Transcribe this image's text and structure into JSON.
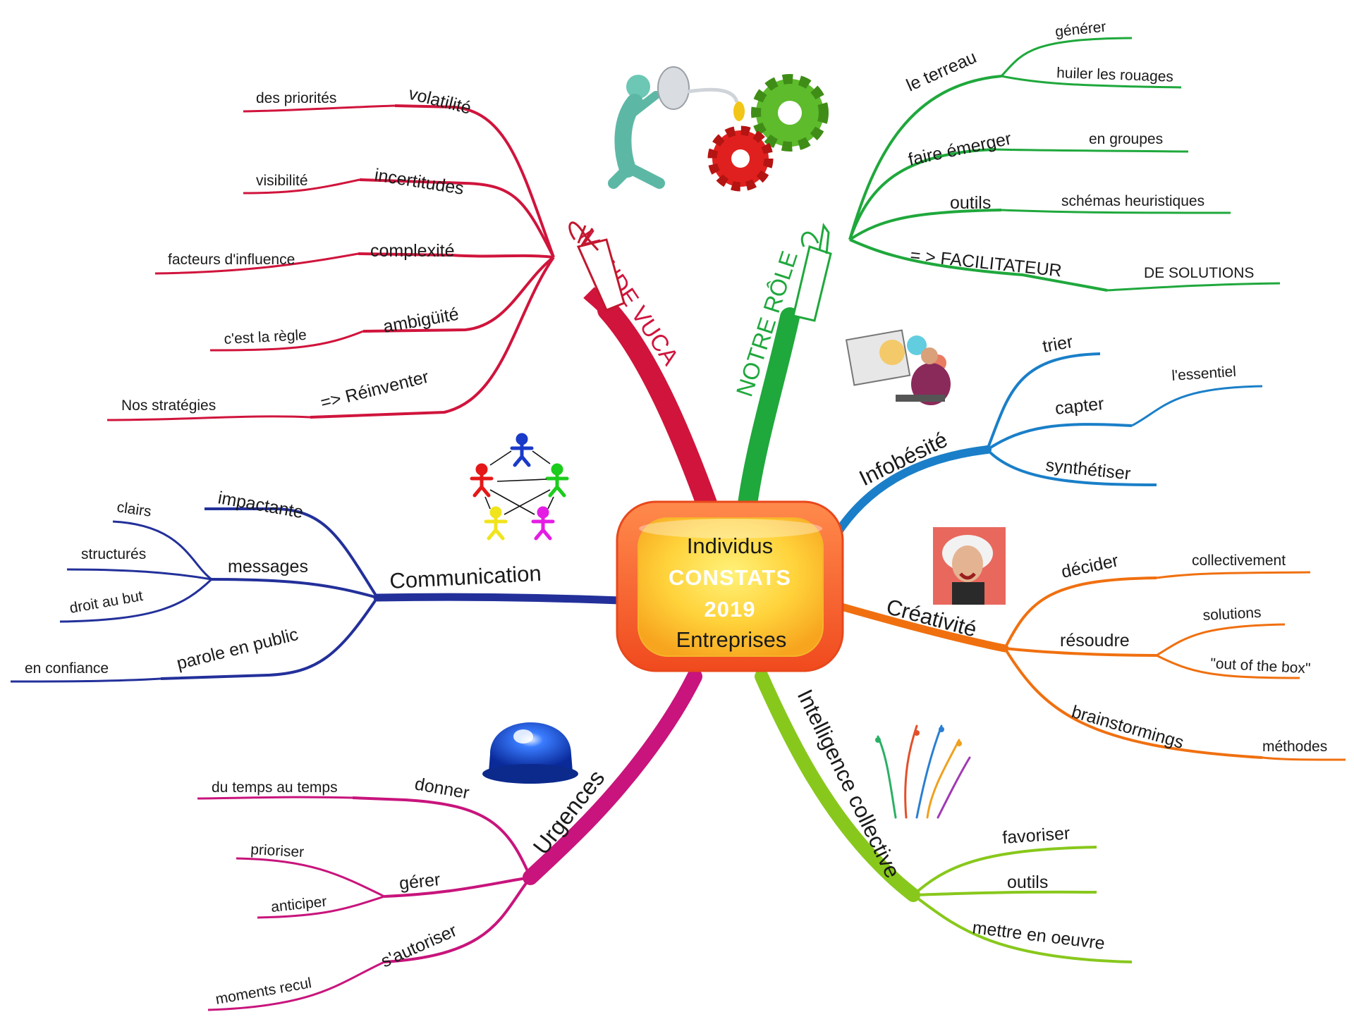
{
  "center": {
    "line1": "Individus",
    "line2": "CONSTATS",
    "line3": "2019",
    "line4": "Entreprises"
  },
  "branches": {
    "monde_vuca": {
      "label": "MONDE VUCA",
      "color": "#d0143c",
      "items": [
        {
          "label": "volatilité",
          "leaf": "des priorités"
        },
        {
          "label": "incertitudes",
          "leaf": "visibilité"
        },
        {
          "label": "complexité",
          "leaf": "facteurs d'influence"
        },
        {
          "label": "ambigüité",
          "leaf": "c'est la règle"
        },
        {
          "label": "=> Réinventer",
          "leaf": "Nos stratégies"
        }
      ]
    },
    "notre_role": {
      "label": "NOTRE RÔLE",
      "color": "#1fa83c",
      "items": [
        {
          "label": "le terreau",
          "leaves": [
            "générer",
            "huiler les rouages"
          ]
        },
        {
          "label": "faire émerger",
          "leaf": "en groupes"
        },
        {
          "label": "outils",
          "leaf": "schémas heuristiques"
        },
        {
          "label": "= > FACILITATEUR",
          "leaf": "DE SOLUTIONS"
        }
      ]
    },
    "infobesite": {
      "label": "Infobésité",
      "color": "#1a7fc8",
      "items": [
        {
          "label": "trier"
        },
        {
          "label": "capter",
          "leaf": "l'essentiel"
        },
        {
          "label": "synthétiser"
        }
      ]
    },
    "creativite": {
      "label": "Créativité",
      "color": "#f07010",
      "items": [
        {
          "label": "décider",
          "leaf": "collectivement"
        },
        {
          "label": "résoudre",
          "leaves": [
            "solutions",
            "\"out of the box\""
          ]
        },
        {
          "label": "brainstormings",
          "leaf": "méthodes"
        }
      ]
    },
    "intelligence": {
      "label": "Intelligence collective",
      "color": "#88c81c",
      "items": [
        {
          "label": "favoriser"
        },
        {
          "label": "outils"
        },
        {
          "label": "mettre en oeuvre"
        }
      ]
    },
    "urgences": {
      "label": "Urgences",
      "color": "#c8147c",
      "items": [
        {
          "label": "donner",
          "leaf": "du temps au temps"
        },
        {
          "label": "gérer",
          "leaves": [
            "prioriser",
            "anticiper"
          ]
        },
        {
          "label": "s'autoriser",
          "leaf": "moments recul"
        }
      ]
    },
    "communication": {
      "label": "Communication",
      "color": "#23309a",
      "items": [
        {
          "label": "impactante"
        },
        {
          "label": "messages",
          "leaves": [
            "clairs",
            "structurés",
            "droit au but"
          ]
        },
        {
          "label": "parole en public",
          "leaf": "en confiance"
        }
      ]
    }
  }
}
